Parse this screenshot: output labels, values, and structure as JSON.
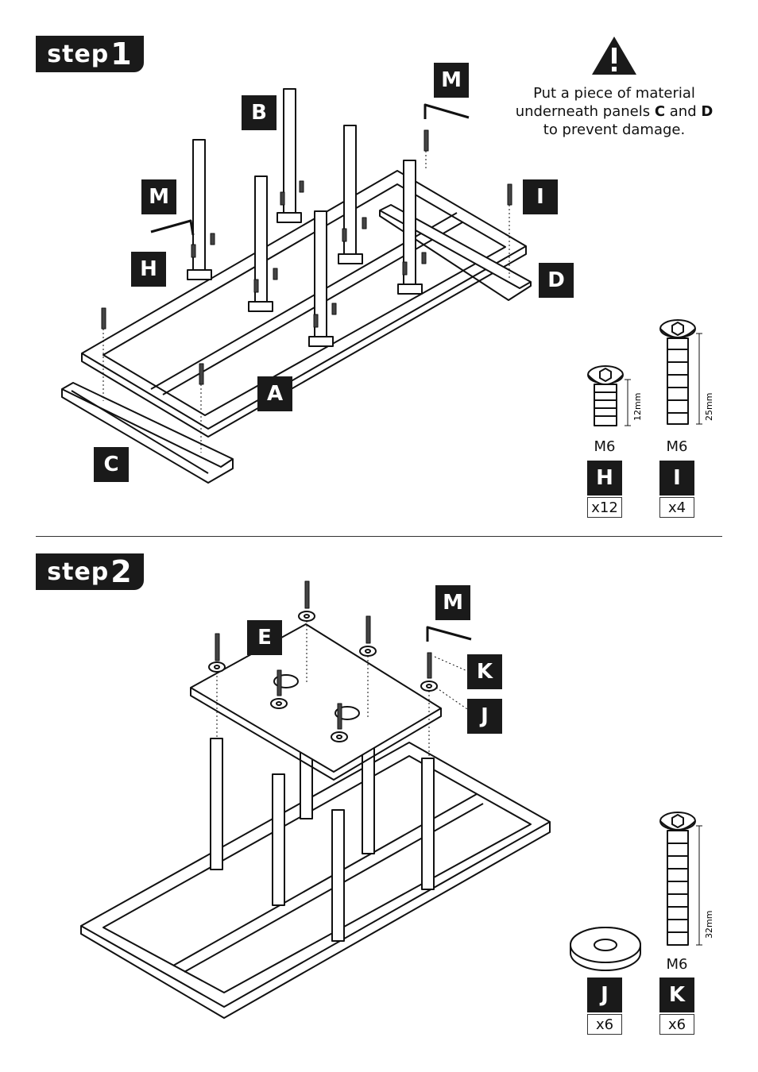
{
  "step1": {
    "badge_word": "step",
    "badge_num": "1",
    "labels": {
      "A": "A",
      "B": "B",
      "C": "C",
      "D": "D",
      "H": "H",
      "I": "I",
      "M1": "M",
      "M2": "M"
    },
    "warning": {
      "line1": "Put a piece of material",
      "line2_pre": "underneath panels ",
      "line2_b1": "C",
      "line2_mid": " and ",
      "line2_b2": "D",
      "line3": "to prevent damage."
    },
    "parts": [
      {
        "size": "M6",
        "letter": "H",
        "qty": "x12",
        "length": "12mm"
      },
      {
        "size": "M6",
        "letter": "I",
        "qty": "x4",
        "length": "25mm"
      }
    ]
  },
  "step2": {
    "badge_word": "step",
    "badge_num": "2",
    "labels": {
      "E": "E",
      "M": "M",
      "K": "K",
      "J": "J"
    },
    "parts": [
      {
        "letter": "J",
        "qty": "x6"
      },
      {
        "size": "M6",
        "letter": "K",
        "qty": "x6",
        "length": "32mm"
      }
    ]
  }
}
